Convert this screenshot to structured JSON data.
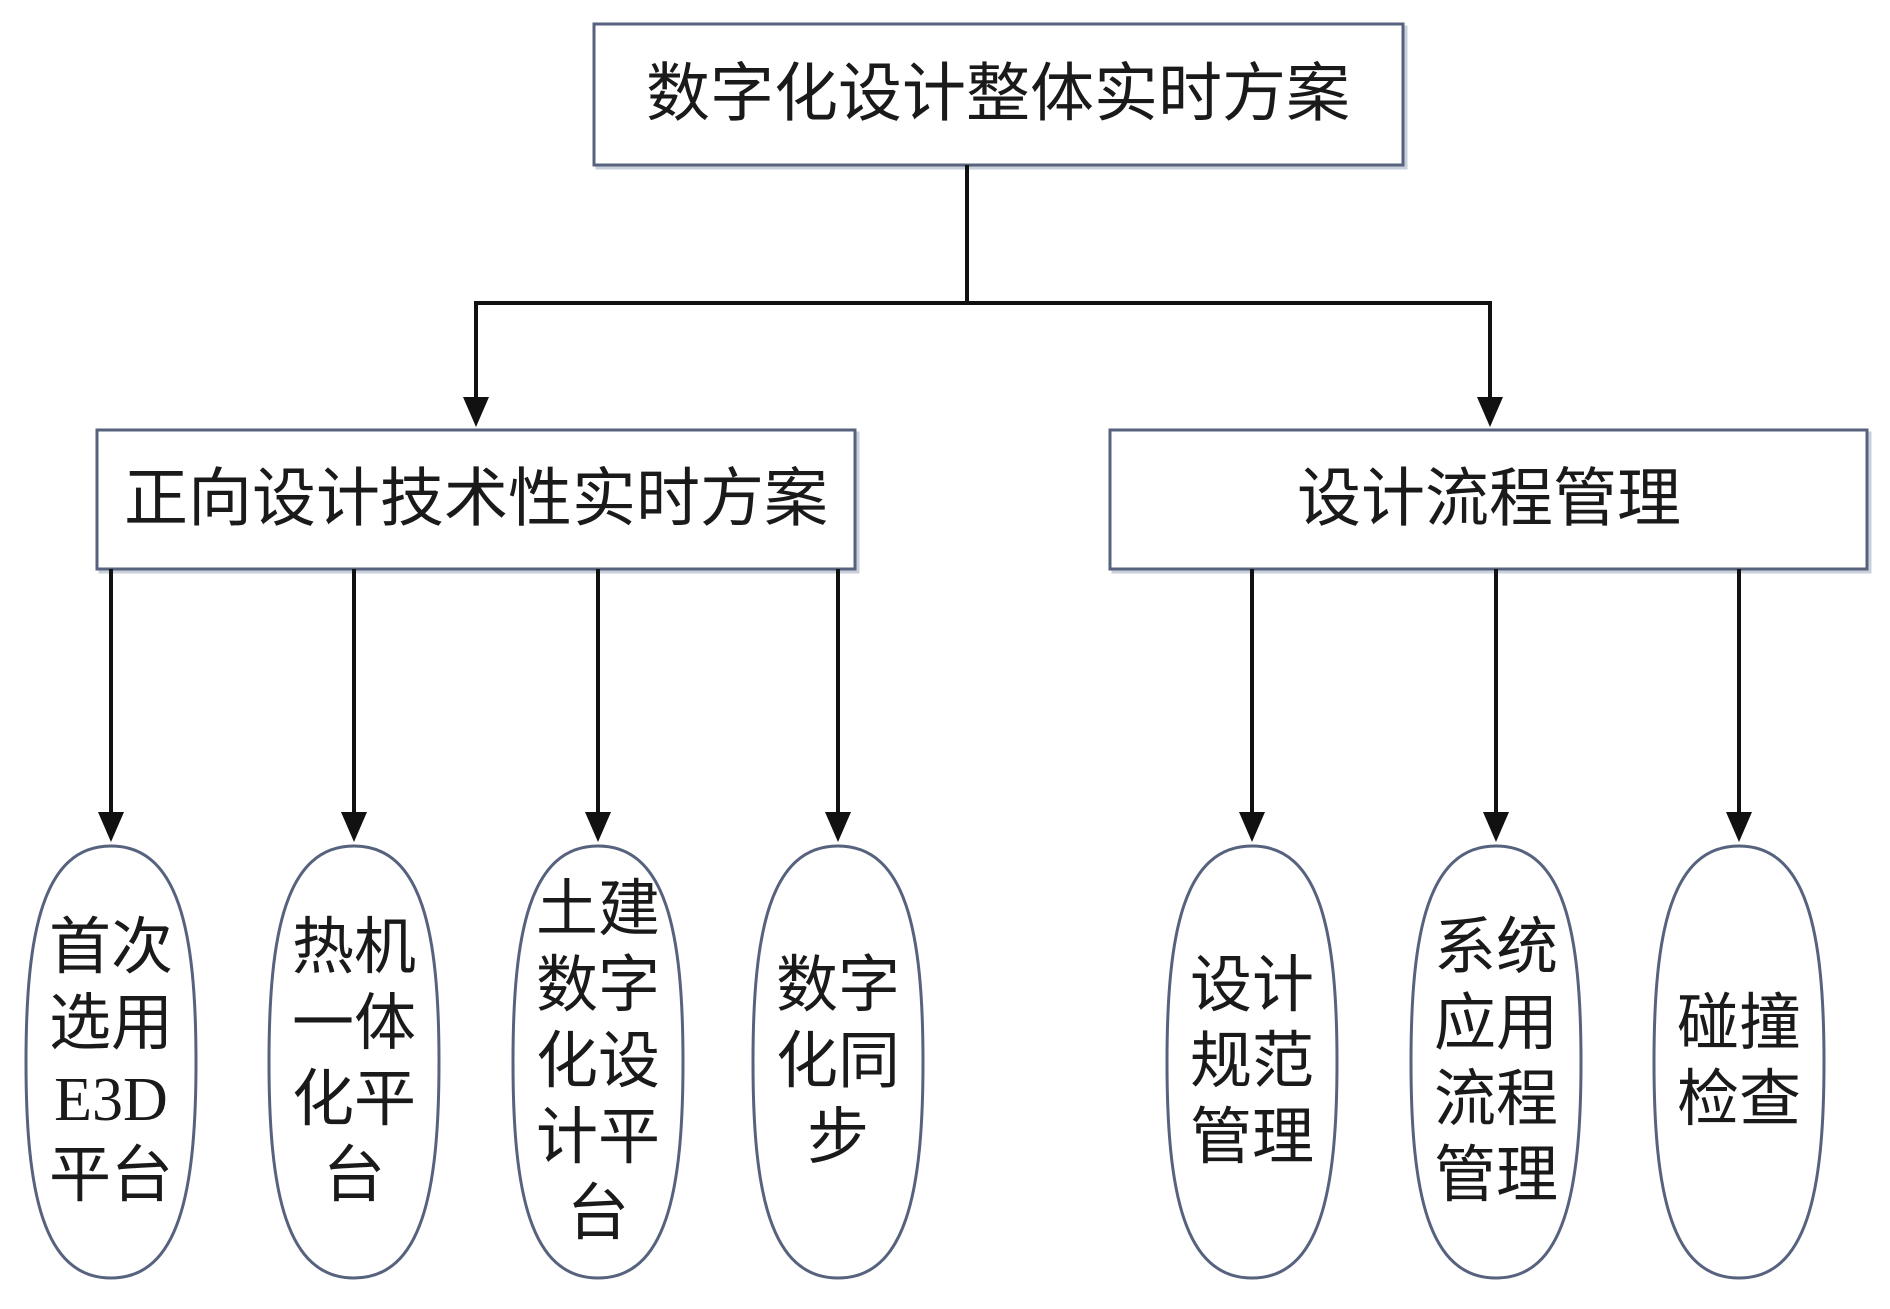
{
  "root": {
    "label": "数字化设计整体实时方案"
  },
  "branches": [
    {
      "label": "正向设计技术性实时方案",
      "children": [
        {
          "lines": [
            "首次",
            "选用",
            "E3D",
            "平台"
          ]
        },
        {
          "lines": [
            "热机",
            "一体",
            "化平",
            "台"
          ]
        },
        {
          "lines": [
            "土建",
            "数字",
            "化设",
            "计平",
            "台"
          ]
        },
        {
          "lines": [
            "数字",
            "化同",
            "步"
          ]
        }
      ]
    },
    {
      "label": "设计流程管理",
      "children": [
        {
          "lines": [
            "设计",
            "规范",
            "管理"
          ]
        },
        {
          "lines": [
            "系统",
            "应用",
            "流程",
            "管理"
          ]
        },
        {
          "lines": [
            "碰撞",
            "检查"
          ]
        }
      ]
    }
  ],
  "colors": {
    "background": "#ffffff",
    "node_stroke": "#56627e",
    "connector": "#111111",
    "text": "#1a1a1a"
  }
}
